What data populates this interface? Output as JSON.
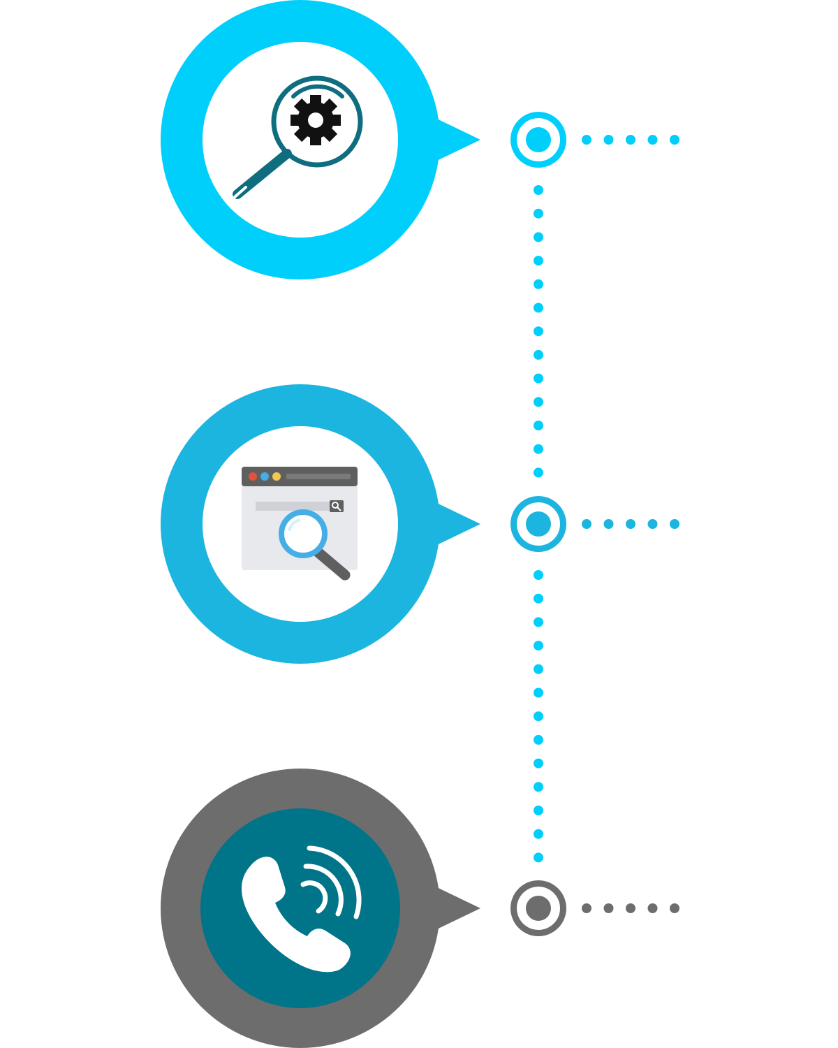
{
  "steps": [
    {
      "id": "diagnose",
      "icon": "magnifier-gear-icon",
      "bubble_color": "#00cffb",
      "inner_color": "#ffffff",
      "node_color": "#00cffb",
      "dot_color": "#00cffb"
    },
    {
      "id": "browse",
      "icon": "browser-search-icon",
      "bubble_color": "#1bb5e0",
      "inner_color": "#ffffff",
      "node_color": "#1bb5e0",
      "dot_color": "#1bb5e0"
    },
    {
      "id": "call",
      "icon": "phone-call-icon",
      "bubble_color": "#6d6d6d",
      "inner_color": "#007489",
      "node_color": "#6d6d6d",
      "dot_color": "#6d6d6d"
    }
  ],
  "colors": {
    "connector": "#00cffb",
    "icon_teal": "#0e6d7f",
    "icon_dark": "#111111",
    "browser_bar": "#5f5f5f",
    "browser_body": "#e8e9ec",
    "browser_dot_red": "#e0533c",
    "browser_dot_blue": "#45aee6",
    "browser_dot_yellow": "#f2c94c",
    "lens_blue": "#45aee6",
    "phone_white": "#ffffff"
  }
}
